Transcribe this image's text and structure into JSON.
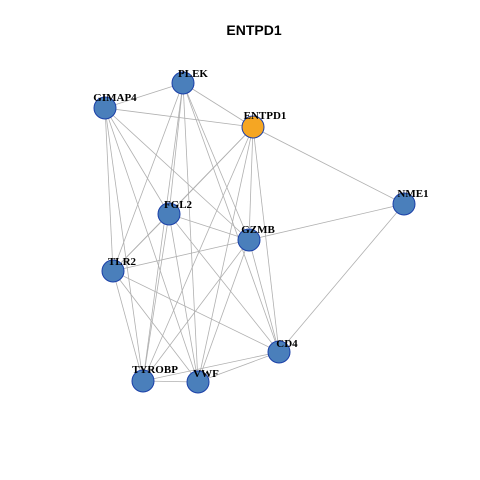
{
  "title": "ENTPD1",
  "colors": {
    "node_default": "#4a7fbb",
    "node_focus": "#f5a623",
    "node_stroke": "#1a3fa8",
    "edge": "#b0b0b0"
  },
  "nodes": [
    {
      "id": "PLEK",
      "label": "PLEK",
      "focus": false
    },
    {
      "id": "GIMAP4",
      "label": "GIMAP4",
      "focus": false
    },
    {
      "id": "ENTPD1",
      "label": "ENTPD1",
      "focus": true
    },
    {
      "id": "NME1",
      "label": "NME1",
      "focus": false
    },
    {
      "id": "FGL2",
      "label": "FGL2",
      "focus": false
    },
    {
      "id": "GZMB",
      "label": "GZMB",
      "focus": false
    },
    {
      "id": "TLR2",
      "label": "TLR2",
      "focus": false
    },
    {
      "id": "CD4",
      "label": "CD4",
      "focus": false
    },
    {
      "id": "TYROBP",
      "label": "TYROBP",
      "focus": false
    },
    {
      "id": "VWF",
      "label": "VWF",
      "focus": false
    }
  ],
  "edges": [
    [
      "PLEK",
      "GIMAP4"
    ],
    [
      "PLEK",
      "ENTPD1"
    ],
    [
      "PLEK",
      "FGL2"
    ],
    [
      "PLEK",
      "GZMB"
    ],
    [
      "PLEK",
      "TLR2"
    ],
    [
      "PLEK",
      "CD4"
    ],
    [
      "PLEK",
      "TYROBP"
    ],
    [
      "PLEK",
      "VWF"
    ],
    [
      "GIMAP4",
      "ENTPD1"
    ],
    [
      "GIMAP4",
      "FGL2"
    ],
    [
      "GIMAP4",
      "GZMB"
    ],
    [
      "GIMAP4",
      "TLR2"
    ],
    [
      "GIMAP4",
      "TYROBP"
    ],
    [
      "GIMAP4",
      "VWF"
    ],
    [
      "ENTPD1",
      "NME1"
    ],
    [
      "ENTPD1",
      "FGL2"
    ],
    [
      "ENTPD1",
      "GZMB"
    ],
    [
      "ENTPD1",
      "TLR2"
    ],
    [
      "ENTPD1",
      "CD4"
    ],
    [
      "ENTPD1",
      "TYROBP"
    ],
    [
      "ENTPD1",
      "VWF"
    ],
    [
      "NME1",
      "GZMB"
    ],
    [
      "NME1",
      "CD4"
    ],
    [
      "FGL2",
      "GZMB"
    ],
    [
      "FGL2",
      "TLR2"
    ],
    [
      "FGL2",
      "CD4"
    ],
    [
      "FGL2",
      "TYROBP"
    ],
    [
      "FGL2",
      "VWF"
    ],
    [
      "GZMB",
      "TLR2"
    ],
    [
      "GZMB",
      "CD4"
    ],
    [
      "GZMB",
      "TYROBP"
    ],
    [
      "GZMB",
      "VWF"
    ],
    [
      "TLR2",
      "CD4"
    ],
    [
      "TLR2",
      "TYROBP"
    ],
    [
      "TLR2",
      "VWF"
    ],
    [
      "CD4",
      "TYROBP"
    ],
    [
      "CD4",
      "VWF"
    ],
    [
      "TYROBP",
      "VWF"
    ]
  ]
}
